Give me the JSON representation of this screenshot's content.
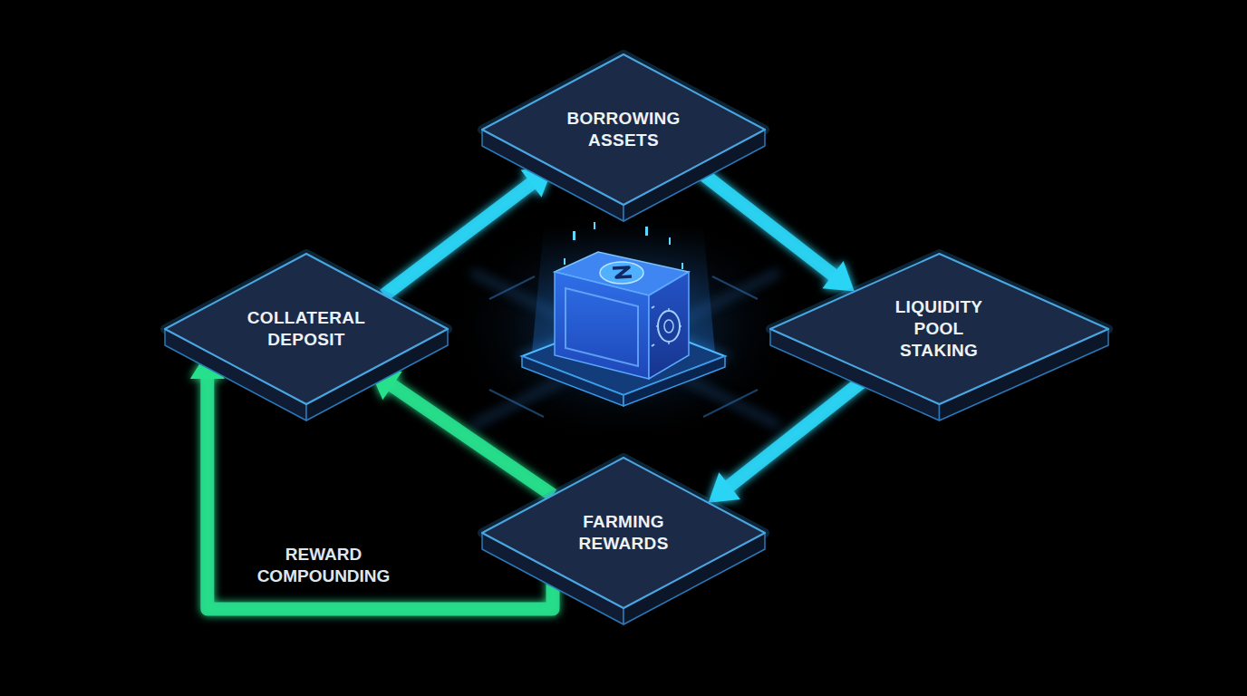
{
  "diagram": {
    "nodes": [
      {
        "text": [
          "BORROWING ASSETS"
        ]
      },
      {
        "text": [
          "COLLATERAL DEPOSIT"
        ]
      },
      {
        "text": [
          "LIQUIDITY POOL STAKING"
        ]
      },
      {
        "text": [
          "FARMING REWARDS"
        ]
      }
    ],
    "edges": [
      {
        "from": 1,
        "to": 0,
        "arrow": "to"
      },
      {
        "from": 0,
        "to": 2,
        "arrow": "to"
      },
      {
        "from": 2,
        "to": 3,
        "arrow": "to"
      },
      {
        "from": 3,
        "to": 1,
        "arrow": "to"
      },
      {
        "from": 3,
        "to": 1,
        "arrow": "to",
        "label": "REWARD COMPOUNDING"
      }
    ]
  }
}
